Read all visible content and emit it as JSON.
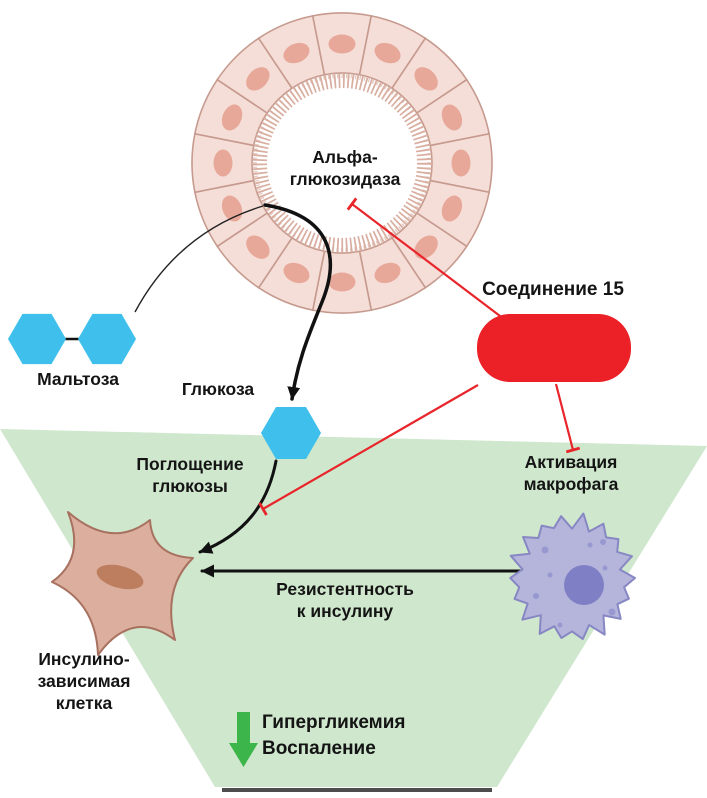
{
  "labels": {
    "enzyme": [
      "Альфа-",
      "глюкозидаза"
    ],
    "compound": "Соединение 15",
    "maltose": "Мальтоза",
    "glucose": "Глюкоза",
    "glucose_uptake": [
      "Поглощение",
      "глюкозы"
    ],
    "macrophage_activation": [
      "Активация",
      "макрофага"
    ],
    "insulin_resistance": [
      "Резистентность",
      "к инсулину"
    ],
    "insulin_dependent_cell": [
      "Инсулино-",
      "зависимая",
      "клетка"
    ],
    "outcomes": [
      "Гипергликемия",
      "Воспаление"
    ]
  },
  "icons": {
    "maltose": "two-linked-blue-hexagons",
    "glucose": "blue-hexagon",
    "compound_15": "red-pill",
    "enzyme_site": "epithelial-cell-ring-with-brush-border",
    "insulin_dependent_cell": "stellate-fibroblast-cell",
    "macrophage": "spiky-round-purple-cell",
    "outcome_marker": "green-down-arrow"
  },
  "colors": {
    "sugar_blue": "#3fc0ec",
    "compound_red": "#ec2027",
    "inhibition_red": "#e8252b",
    "epithelial_cell_fill": "#f5ded7",
    "epithelial_cell_stroke": "#c69a8e",
    "epithelial_nucleus": "#e7a89a",
    "brush_border": "#d9afa2",
    "zone_green": "#cfe7cd",
    "fibroblast_fill": "#dcae9e",
    "fibroblast_stroke": "#a8715f",
    "fibroblast_nucleus": "#bd7d5f",
    "macrophage_fill": "#b5b5dc",
    "macrophage_stroke": "#8787c4",
    "macrophage_nucleus": "#7f7fc5",
    "macrophage_granule": "#9898d0",
    "outcome_arrow_green": "#3cb54a",
    "arrow_black": "#111111",
    "base_line_gray": "#4d4d4d"
  }
}
